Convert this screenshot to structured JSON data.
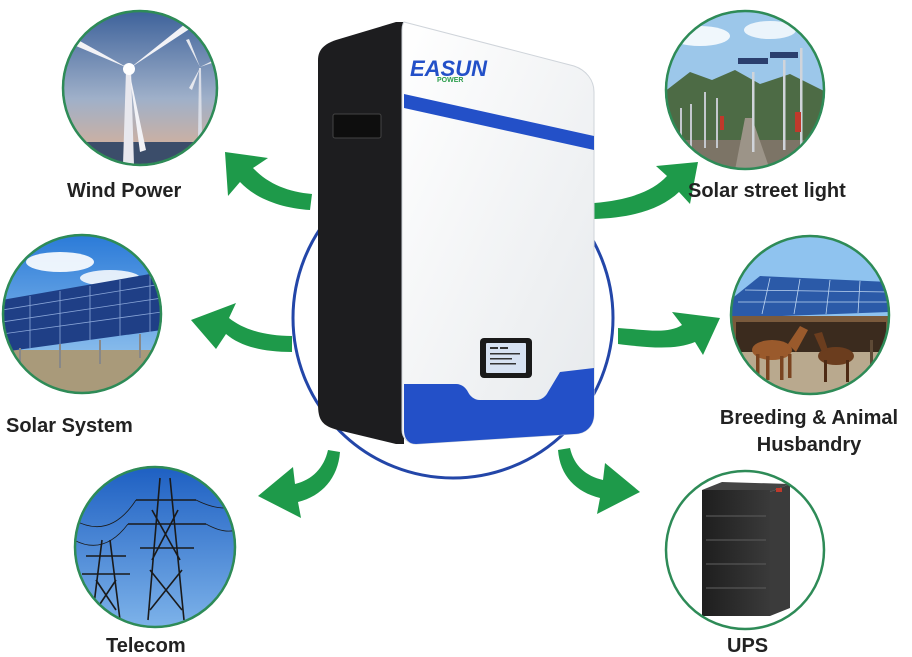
{
  "brand": {
    "logo_main": "EASUN",
    "logo_sub": "POWER"
  },
  "applications": [
    {
      "id": "wind",
      "label": "Wind Power",
      "icon": "wind-turbine-icon"
    },
    {
      "id": "solar-street",
      "label": "Solar street light",
      "icon": "street-light-icon"
    },
    {
      "id": "solar-system",
      "label": "Solar System",
      "icon": "solar-panel-icon"
    },
    {
      "id": "breeding",
      "label_line1": "Breeding & Animal",
      "label_line2": "Husbandry",
      "icon": "horse-farm-icon"
    },
    {
      "id": "telecom",
      "label": "Telecom",
      "icon": "power-tower-icon"
    },
    {
      "id": "ups",
      "label": "UPS",
      "icon": "battery-cabinet-icon"
    }
  ],
  "colors": {
    "arrow_green": "#1e9a4a",
    "circle_blue": "#2346a8",
    "accent_blue": "#2350c8",
    "photo_ring_green": "#2e8b57"
  }
}
